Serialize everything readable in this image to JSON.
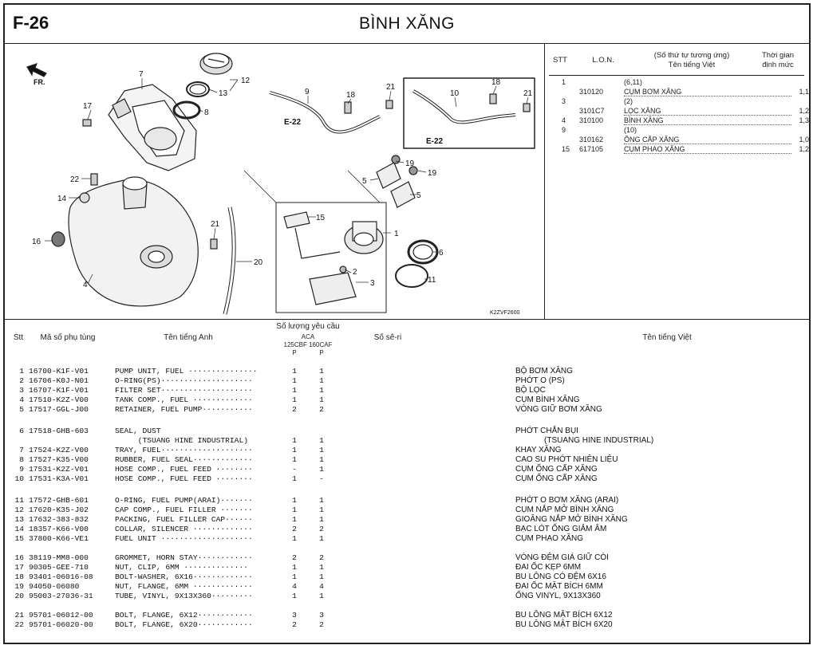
{
  "header": {
    "code": "F-26",
    "title": "BÌNH XĂNG"
  },
  "diagram": {
    "arrow_label": "FR.",
    "ref_e22_a": "E-22",
    "ref_e22_b": "E-22",
    "drawing_code": "K2ZVF2600",
    "callouts": [
      "7",
      "12",
      "13",
      "8",
      "17",
      "9",
      "18",
      "21",
      "10",
      "18",
      "21",
      "22",
      "14",
      "19",
      "19",
      "5",
      "5",
      "16",
      "4",
      "21",
      "20",
      "15",
      "1",
      "2",
      "3",
      "6",
      "11"
    ]
  },
  "ref_table": {
    "h_stt": "STT",
    "h_lon": "L.O.N.",
    "h_name_1": "(Số thứ tự tương ứng)",
    "h_name_2": "Tên tiếng Việt",
    "h_time_1": "Thời gian",
    "h_time_2": "định mức",
    "rows": [
      {
        "stt": "1",
        "lon": "",
        "name": "(6,11)",
        "time": ""
      },
      {
        "stt": "",
        "lon": "310120",
        "name": "CỤM BƠM XĂNG",
        "time": "1,1"
      },
      {
        "stt": "3",
        "lon": "",
        "name": "(2)",
        "time": ""
      },
      {
        "stt": "",
        "lon": "3101C7",
        "name": "LỌC XĂNG",
        "time": "1,2"
      },
      {
        "stt": "4",
        "lon": "310100",
        "name": "BÌNH XĂNG",
        "time": "1,3"
      },
      {
        "stt": "9",
        "lon": "",
        "name": "(10)",
        "time": ""
      },
      {
        "stt": "",
        "lon": "310162",
        "name": "ỐNG CẤP XĂNG",
        "time": "1,0"
      },
      {
        "stt": "15",
        "lon": "617105",
        "name": "CỤM PHAO XĂNG",
        "time": "1,2"
      }
    ]
  },
  "parts_header": {
    "stt": "Stt",
    "code": "Mã số phụ tùng",
    "en": "Tên tiếng Anh",
    "qty": "Số lượng yêu cầu",
    "aca": "ACA",
    "models": "125CBF 160CAF",
    "p1": "P",
    "p2": "P",
    "serial": "Số sê-ri",
    "vn": "Tên tiếng Việt"
  },
  "parts": [
    {
      "no": "1",
      "code": "16700-K1F-V01",
      "en": "PUMP UNIT, FUEL ···············",
      "q1": "1",
      "q2": "1",
      "vn": "BỘ BƠM XĂNG",
      "vn2": ""
    },
    {
      "no": "2",
      "code": "16706-K0J-N01",
      "en": "O-RING(PS)····················",
      "q1": "1",
      "q2": "1",
      "vn": "PHỚT O (PS)",
      "vn2": ""
    },
    {
      "no": "3",
      "code": "16707-K1F-V01",
      "en": "FILTER SET····················",
      "q1": "1",
      "q2": "1",
      "vn": "BỘ LỌC",
      "vn2": ""
    },
    {
      "no": "4",
      "code": "17510-K2Z-V00",
      "en": "TANK COMP., FUEL ·············",
      "q1": "1",
      "q2": "1",
      "vn": "CỤM BÌNH XĂNG",
      "vn2": ""
    },
    {
      "no": "5",
      "code": "17517-GGL-J00",
      "en": "RETAINER, FUEL PUMP···········",
      "q1": "2",
      "q2": "2",
      "vn": "VÒNG GIỮ BƠM XĂNG",
      "vn2": ""
    },
    {
      "no": "6",
      "code": "17518-GHB-603",
      "en": "SEAL, DUST",
      "q1": "",
      "q2": "",
      "vn": "PHỚT CHẮN BỤI",
      "vn2": ""
    },
    {
      "no": "",
      "code": "",
      "en": "     (TSUANG HINE INDUSTRIAL)",
      "q1": "1",
      "q2": "1",
      "vn": "",
      "vn2": "(TSUANG HINE INDUSTRIAL)"
    },
    {
      "no": "7",
      "code": "17524-K2Z-V00",
      "en": "TRAY, FUEL····················",
      "q1": "1",
      "q2": "1",
      "vn": "KHAY XĂNG",
      "vn2": ""
    },
    {
      "no": "8",
      "code": "17527-K35-V00",
      "en": "RUBBER, FUEL SEAL·············",
      "q1": "1",
      "q2": "1",
      "vn": "CAO SU PHỚT NHIÊN LIỆU",
      "vn2": ""
    },
    {
      "no": "9",
      "code": "17531-K2Z-V01",
      "en": "HOSE COMP., FUEL FEED ········",
      "q1": "-",
      "q2": "1",
      "vn": "CỤM ỐNG CẤP XĂNG",
      "vn2": ""
    },
    {
      "no": "10",
      "code": "17531-K3A-V01",
      "en": "HOSE COMP., FUEL FEED ········",
      "q1": "1",
      "q2": "-",
      "vn": "CỤM ỐNG CẤP XĂNG",
      "vn2": ""
    },
    {
      "no": "11",
      "code": "17572-GHB-601",
      "en": "O-RING, FUEL PUMP(ARAI)·······",
      "q1": "1",
      "q2": "1",
      "vn": "PHỚT O BƠM XĂNG (ARAI)",
      "vn2": ""
    },
    {
      "no": "12",
      "code": "17620-K35-J02",
      "en": "CAP COMP., FUEL FILLER ·······",
      "q1": "1",
      "q2": "1",
      "vn": "CỤM NẮP MỞ BÌNH XĂNG",
      "vn2": ""
    },
    {
      "no": "13",
      "code": "17632-383-832",
      "en": "PACKING, FUEL FILLER CAP······",
      "q1": "1",
      "q2": "1",
      "vn": "GIOĂNG NẮP MỞ BÌNH XĂNG",
      "vn2": ""
    },
    {
      "no": "14",
      "code": "18357-K66-V00",
      "en": "COLLAR, SILENCER ·············",
      "q1": "2",
      "q2": "2",
      "vn": "BẠC LÓT ỐNG GIẢM ÂM",
      "vn2": ""
    },
    {
      "no": "15",
      "code": "37800-K66-VE1",
      "en": "FUEL UNIT ····················",
      "q1": "1",
      "q2": "1",
      "vn": "CỤM PHAO XĂNG",
      "vn2": ""
    },
    {
      "no": "16",
      "code": "38119-MM8-000",
      "en": "GROMMET, HORN STAY············",
      "q1": "2",
      "q2": "2",
      "vn": "VÒNG ĐỆM GIÁ GIỮ CÒI",
      "vn2": ""
    },
    {
      "no": "17",
      "code": "90305-GEE-710",
      "en": "NUT, CLIP, 6MM ··············",
      "q1": "1",
      "q2": "1",
      "vn": "ĐAI ỐC KẸP 6MM",
      "vn2": ""
    },
    {
      "no": "18",
      "code": "93401-06016-08",
      "en": "BOLT-WASHER, 6X16·············",
      "q1": "1",
      "q2": "1",
      "vn": "BU LÔNG CÓ ĐỆM 6X16",
      "vn2": ""
    },
    {
      "no": "19",
      "code": "94050-06080",
      "en": "NUT, FLANGE, 6MM ·············",
      "q1": "4",
      "q2": "4",
      "vn": "ĐAI ỐC MẶT BÍCH 6MM",
      "vn2": ""
    },
    {
      "no": "20",
      "code": "95003-27036-31",
      "en": "TUBE, VINYL, 9X13X360·········",
      "q1": "1",
      "q2": "1",
      "vn": "ỐNG VINYL, 9X13X360",
      "vn2": ""
    },
    {
      "no": "21",
      "code": "95701-06012-00",
      "en": "BOLT, FLANGE, 6X12············",
      "q1": "3",
      "q2": "3",
      "vn": "BU LÔNG MẶT BÍCH 6X12",
      "vn2": ""
    },
    {
      "no": "22",
      "code": "95701-06020-00",
      "en": "BOLT, FLANGE, 6X20············",
      "q1": "2",
      "q2": "2",
      "vn": "BU LÔNG MẶT BÍCH 6X20",
      "vn2": ""
    }
  ]
}
